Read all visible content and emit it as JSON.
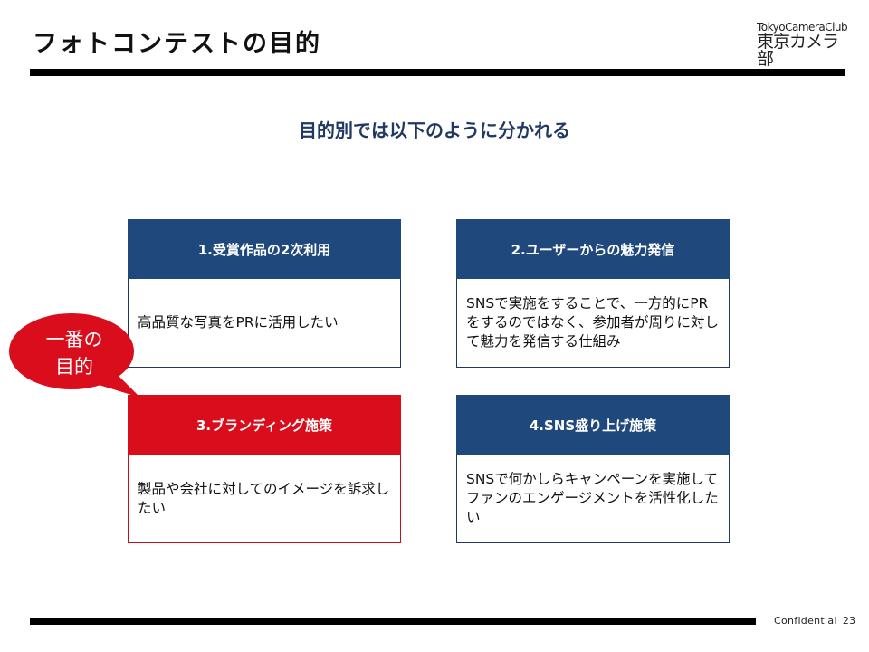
{
  "header": {
    "title": "フォトコンテストの目的",
    "logo": {
      "en": "TokyoCameraClub",
      "jp": "東京カメラ部"
    }
  },
  "subtitle": "目的別では以下のように分かれる",
  "cards": [
    {
      "number": 1,
      "heading": "1.受賞作品の2次利用",
      "body": "高品質な写真をPRに活用したい",
      "color": "#1f497d"
    },
    {
      "number": 2,
      "heading": "2.ユーザーからの魅力発信",
      "body": "SNSで実施をすることで、一方的にPRをするのではなく、参加者が周りに対して魅力を発信する仕組み",
      "color": "#1f497d"
    },
    {
      "number": 3,
      "heading": "3.ブランディング施策",
      "body": "製品や会社に対してのイメージを訴求したい",
      "color": "#d90d1b"
    },
    {
      "number": 4,
      "heading": "4.SNS盛り上げ施策",
      "body": "SNSで何かしらキャンペーンを実施してファンのエンゲージメントを活性化したい",
      "color": "#1f497d"
    }
  ],
  "callout": {
    "line1": "一番の",
    "line2": "目的",
    "color": "#d90d1b"
  },
  "footer": {
    "label": "Confidential",
    "page": "23"
  }
}
